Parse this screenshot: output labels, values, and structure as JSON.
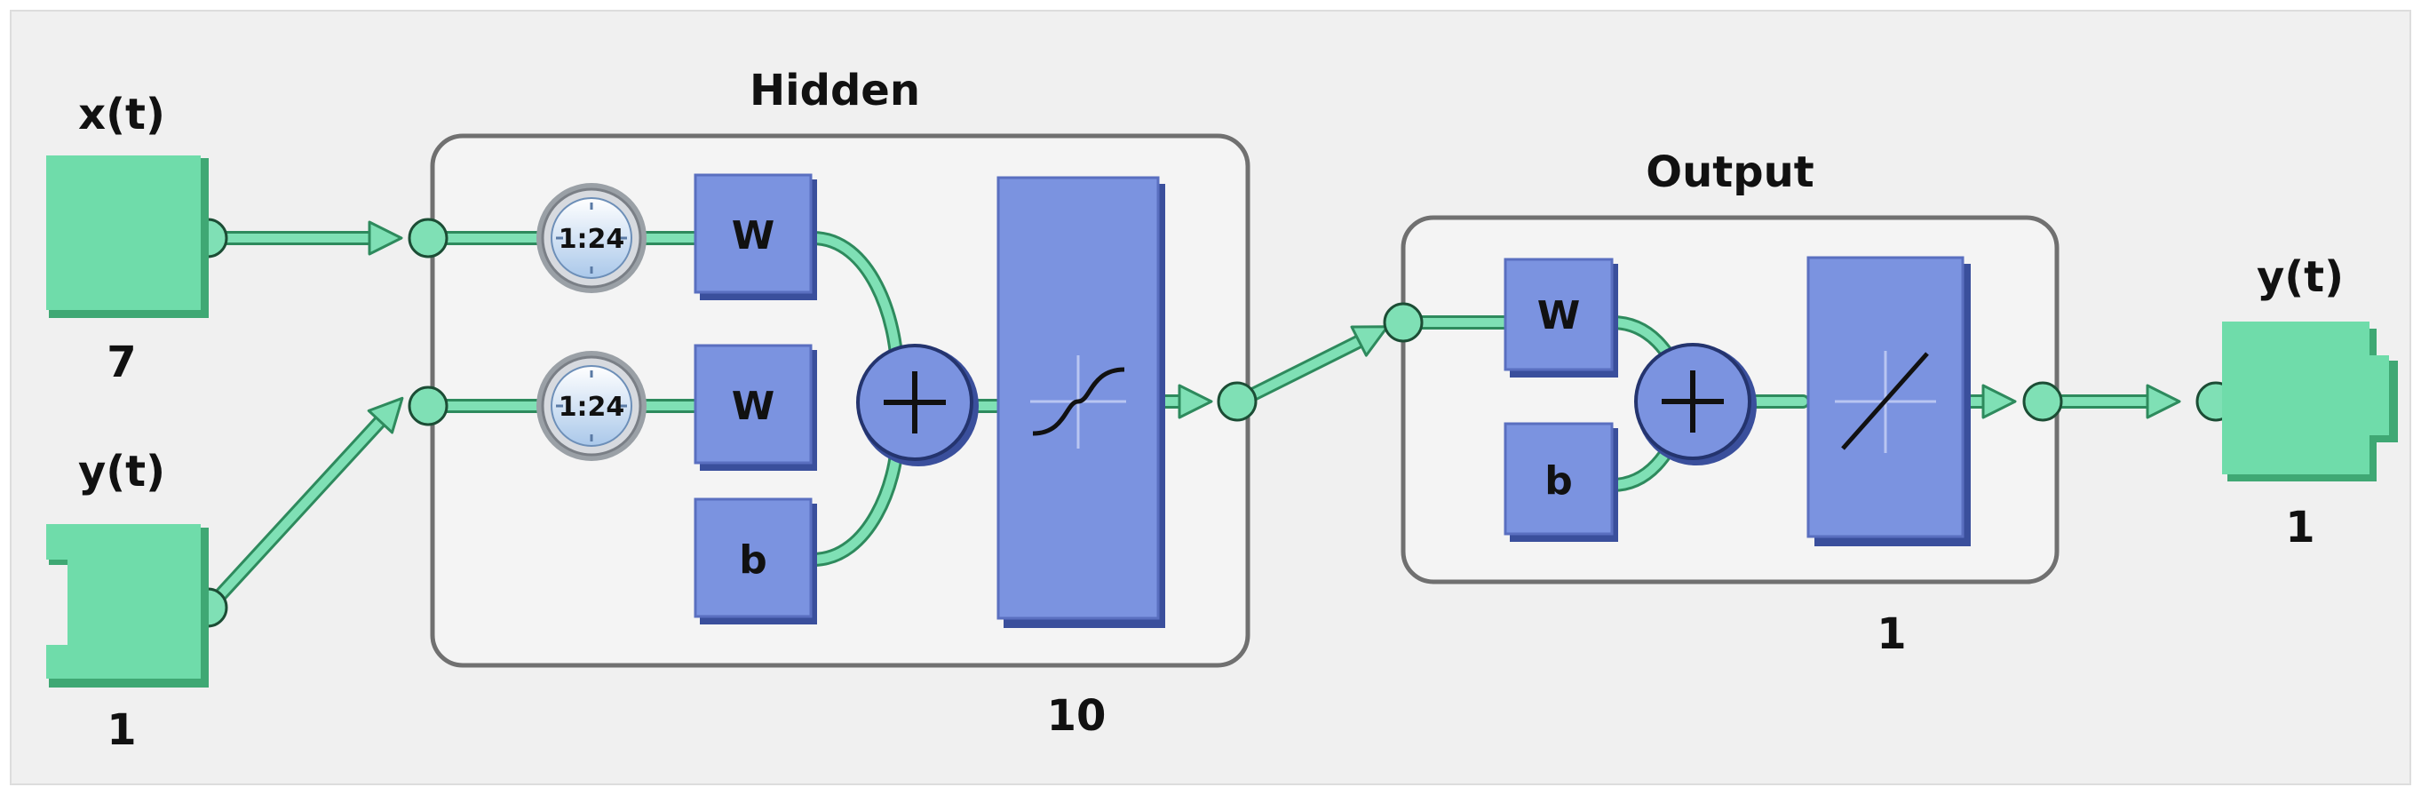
{
  "colors": {
    "background": "#f0f0f0",
    "io_fill": "#6fdcaa",
    "io_dark": "#3fa874",
    "connector": "#7fe0b5",
    "connector_dark": "#2e8a5d",
    "block_fill": "#7b93e0",
    "block_dark": "#3a4f9c",
    "layer_box_fill": "#f4f4f4",
    "layer_box_stroke": "#707070",
    "text": "#111111"
  },
  "inputs": {
    "x": {
      "label": "x(t)",
      "size": "7"
    },
    "y": {
      "label": "y(t)",
      "size": "1"
    }
  },
  "hidden": {
    "title": "Hidden",
    "size": "10",
    "delay_1": "1:24",
    "delay_2": "1:24",
    "weight_1": "W",
    "weight_2": "W",
    "bias": "b",
    "transfer_icon": "sigmoid-icon"
  },
  "output_layer": {
    "title": "Output",
    "size": "1",
    "weight": "W",
    "bias": "b",
    "transfer_icon": "linear-icon"
  },
  "output": {
    "label": "y(t)",
    "size": "1"
  }
}
